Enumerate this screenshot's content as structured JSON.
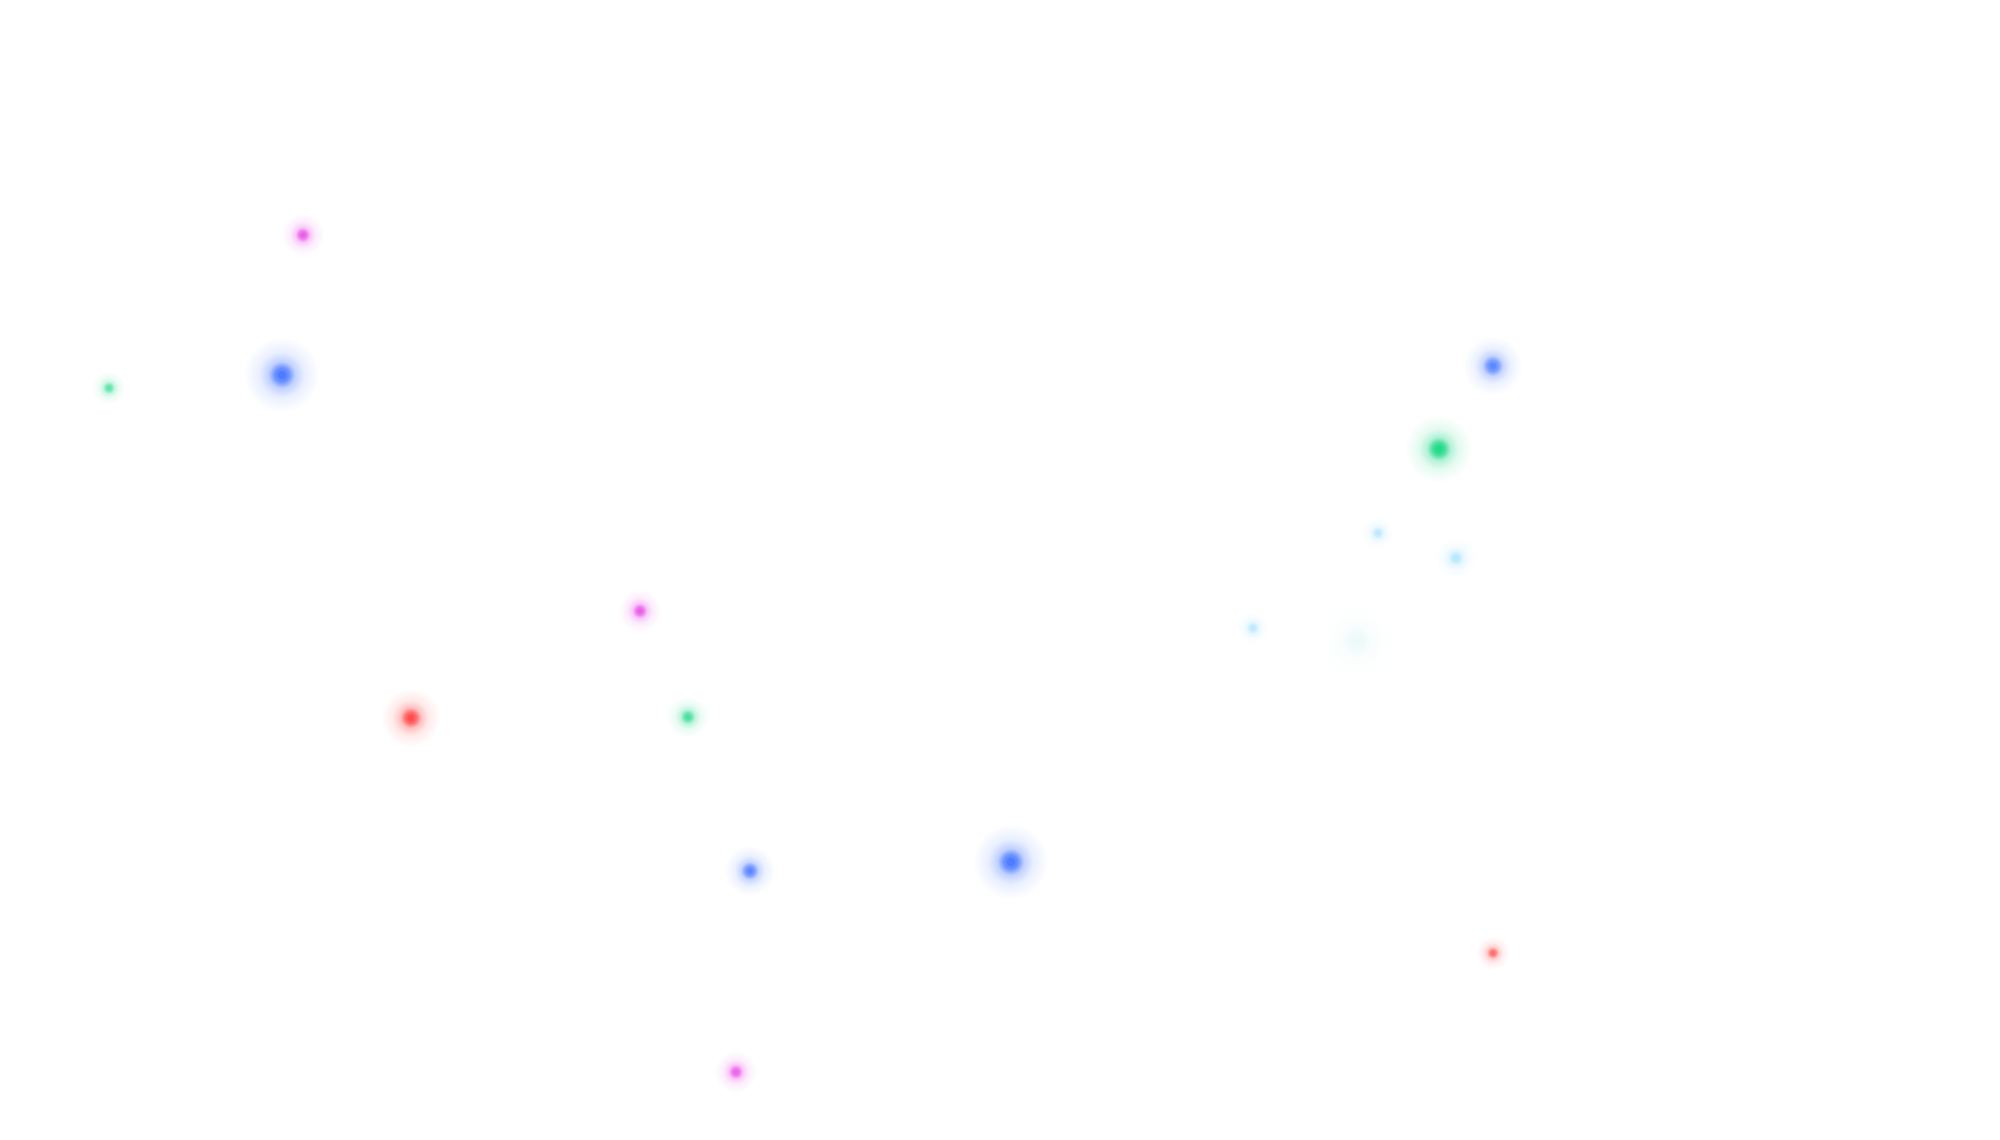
{
  "scene": {
    "background": "#ffffff",
    "palette": {
      "blue": "#4d7cff",
      "green": "#23d98a",
      "magenta": "#e84de8",
      "red": "#ff4d4d",
      "cyan": "#7fd4ff",
      "faint": "#cfeff0"
    },
    "particles": [
      {
        "color": "magenta",
        "intensity": 0.9
      },
      {
        "color": "blue",
        "intensity": 1.0
      },
      {
        "color": "green",
        "intensity": 0.7
      },
      {
        "color": "blue",
        "intensity": 0.9
      },
      {
        "color": "green",
        "intensity": 1.0
      },
      {
        "color": "cyan",
        "intensity": 0.5
      },
      {
        "color": "cyan",
        "intensity": 0.55
      },
      {
        "color": "cyan",
        "intensity": 0.5
      },
      {
        "color": "faint",
        "intensity": 0.35
      },
      {
        "color": "magenta",
        "intensity": 0.9
      },
      {
        "color": "red",
        "intensity": 1.0
      },
      {
        "color": "green",
        "intensity": 0.8
      },
      {
        "color": "blue",
        "intensity": 0.9
      },
      {
        "color": "blue",
        "intensity": 1.0
      },
      {
        "color": "red",
        "intensity": 0.8
      },
      {
        "color": "magenta",
        "intensity": 0.85
      }
    ]
  }
}
